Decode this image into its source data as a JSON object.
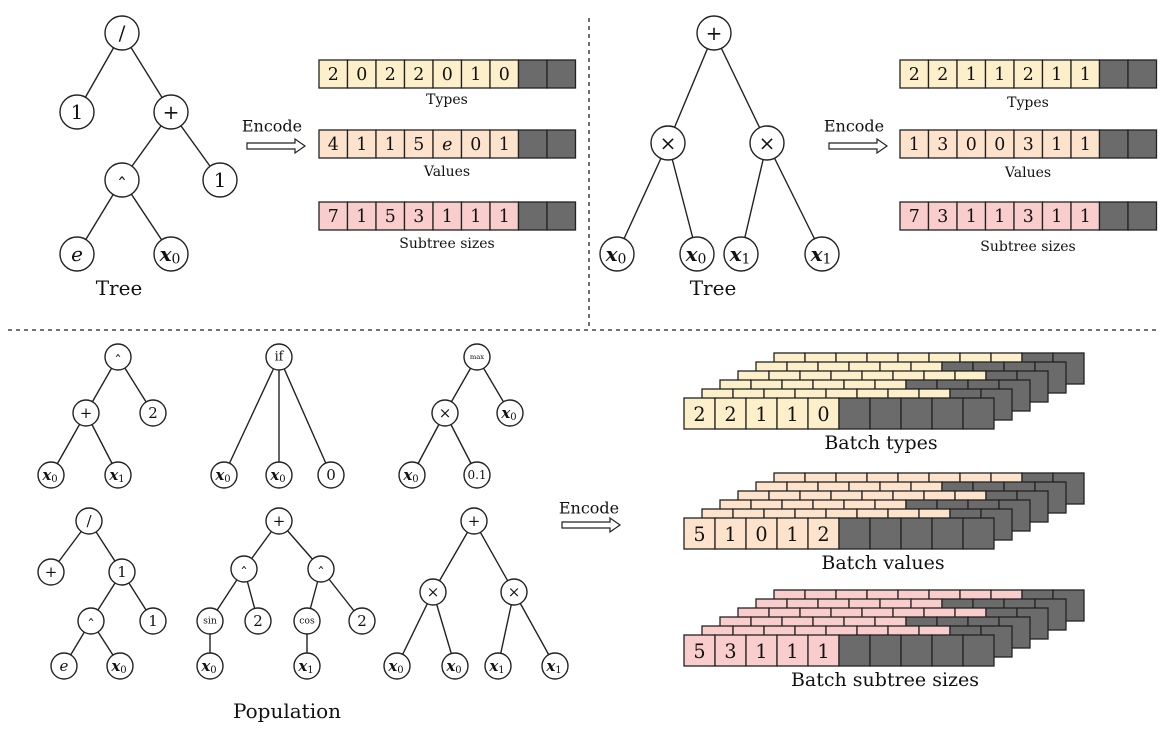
{
  "colors": {
    "types": "#fcefc9",
    "values": "#fde3cc",
    "sizes": "#f8cdcb",
    "padding": "#6b6b6b",
    "outline": "#222222",
    "node_fill": "#ffffff"
  },
  "labels": {
    "encode": "Encode",
    "tree": "Tree",
    "types": "Types",
    "values": "Values",
    "subtree_sizes": "Subtree sizes",
    "population": "Population",
    "batch_types": "Batch types",
    "batch_values": "Batch values",
    "batch_subtree_sizes": "Batch subtree sizes"
  },
  "tree1": {
    "nodes": [
      "/",
      "1",
      "+",
      "^",
      "1",
      "e",
      "x0"
    ],
    "types": [
      "2",
      "0",
      "2",
      "2",
      "0",
      "1",
      "0"
    ],
    "values": [
      "4",
      "1",
      "1",
      "5",
      "e",
      "0",
      "1"
    ],
    "subtree_sizes": [
      "7",
      "1",
      "5",
      "3",
      "1",
      "1",
      "1"
    ],
    "padding_cells": 2
  },
  "tree2": {
    "nodes": [
      "+",
      "×",
      "×",
      "x0",
      "x0",
      "x1",
      "x1"
    ],
    "types": [
      "2",
      "2",
      "1",
      "1",
      "2",
      "1",
      "1"
    ],
    "values": [
      "1",
      "3",
      "0",
      "0",
      "3",
      "1",
      "1"
    ],
    "subtree_sizes": [
      "7",
      "3",
      "1",
      "1",
      "3",
      "1",
      "1"
    ],
    "padding_cells": 2
  },
  "population": {
    "trees": [
      {
        "nodes": [
          "^",
          "+",
          "2",
          "x0",
          "x1"
        ]
      },
      {
        "nodes": [
          "if",
          "x0",
          "x0",
          "0"
        ]
      },
      {
        "nodes": [
          "max",
          "×",
          "x0",
          "x0",
          "0.1"
        ]
      },
      {
        "nodes": [
          "/",
          "1",
          "+",
          "^",
          "1",
          "e",
          "x0"
        ]
      },
      {
        "nodes": [
          "+",
          "^",
          "^",
          "sin",
          "2",
          "cos",
          "2",
          "x0",
          "x1"
        ]
      },
      {
        "nodes": [
          "+",
          "×",
          "×",
          "x0",
          "x0",
          "x1",
          "x1"
        ]
      }
    ]
  },
  "batch": {
    "types_front": [
      "2",
      "2",
      "1",
      "1",
      "0"
    ],
    "values_front": [
      "5",
      "1",
      "0",
      "1",
      "2"
    ],
    "subtree_sizes_front": [
      "5",
      "3",
      "1",
      "1",
      "1"
    ],
    "padding_cells_front": 5
  }
}
